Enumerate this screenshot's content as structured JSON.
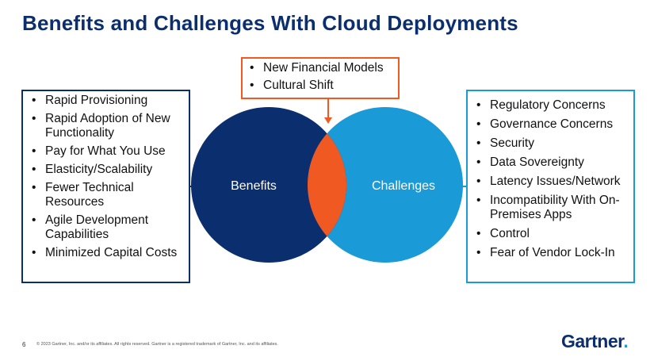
{
  "title": "Benefits and Challenges With Cloud Deployments",
  "benefits": {
    "label": "Benefits",
    "items": [
      "Rapid Provisioning",
      "Rapid Adoption of New Functionality",
      "Pay for What You Use",
      "Elasticity/Scalability",
      "Fewer Technical Resources",
      "Agile Development Capabilities",
      "Minimized Capital Costs"
    ]
  },
  "challenges": {
    "label": "Challenges",
    "items": [
      "Regulatory Concerns",
      "Governance Concerns",
      "Security",
      "Data Sovereignty",
      "Latency Issues/Network",
      "Incompatibility With On-Premises Apps",
      "Control",
      "Fear of Vendor Lock-In"
    ]
  },
  "overlap": {
    "items": [
      "New Financial Models",
      "Cultural Shift"
    ]
  },
  "footer": {
    "page_number": "6",
    "copyright": "© 2023 Gartner, Inc. and/or its affiliates. All rights reserved. Gartner is a registered trademark of Gartner, Inc. and its affiliates.",
    "logo_text": "Gartner",
    "logo_dot": "."
  },
  "colors": {
    "navy": "#0b2e6e",
    "blue": "#1a9ad6",
    "orange": "#f05a22"
  }
}
